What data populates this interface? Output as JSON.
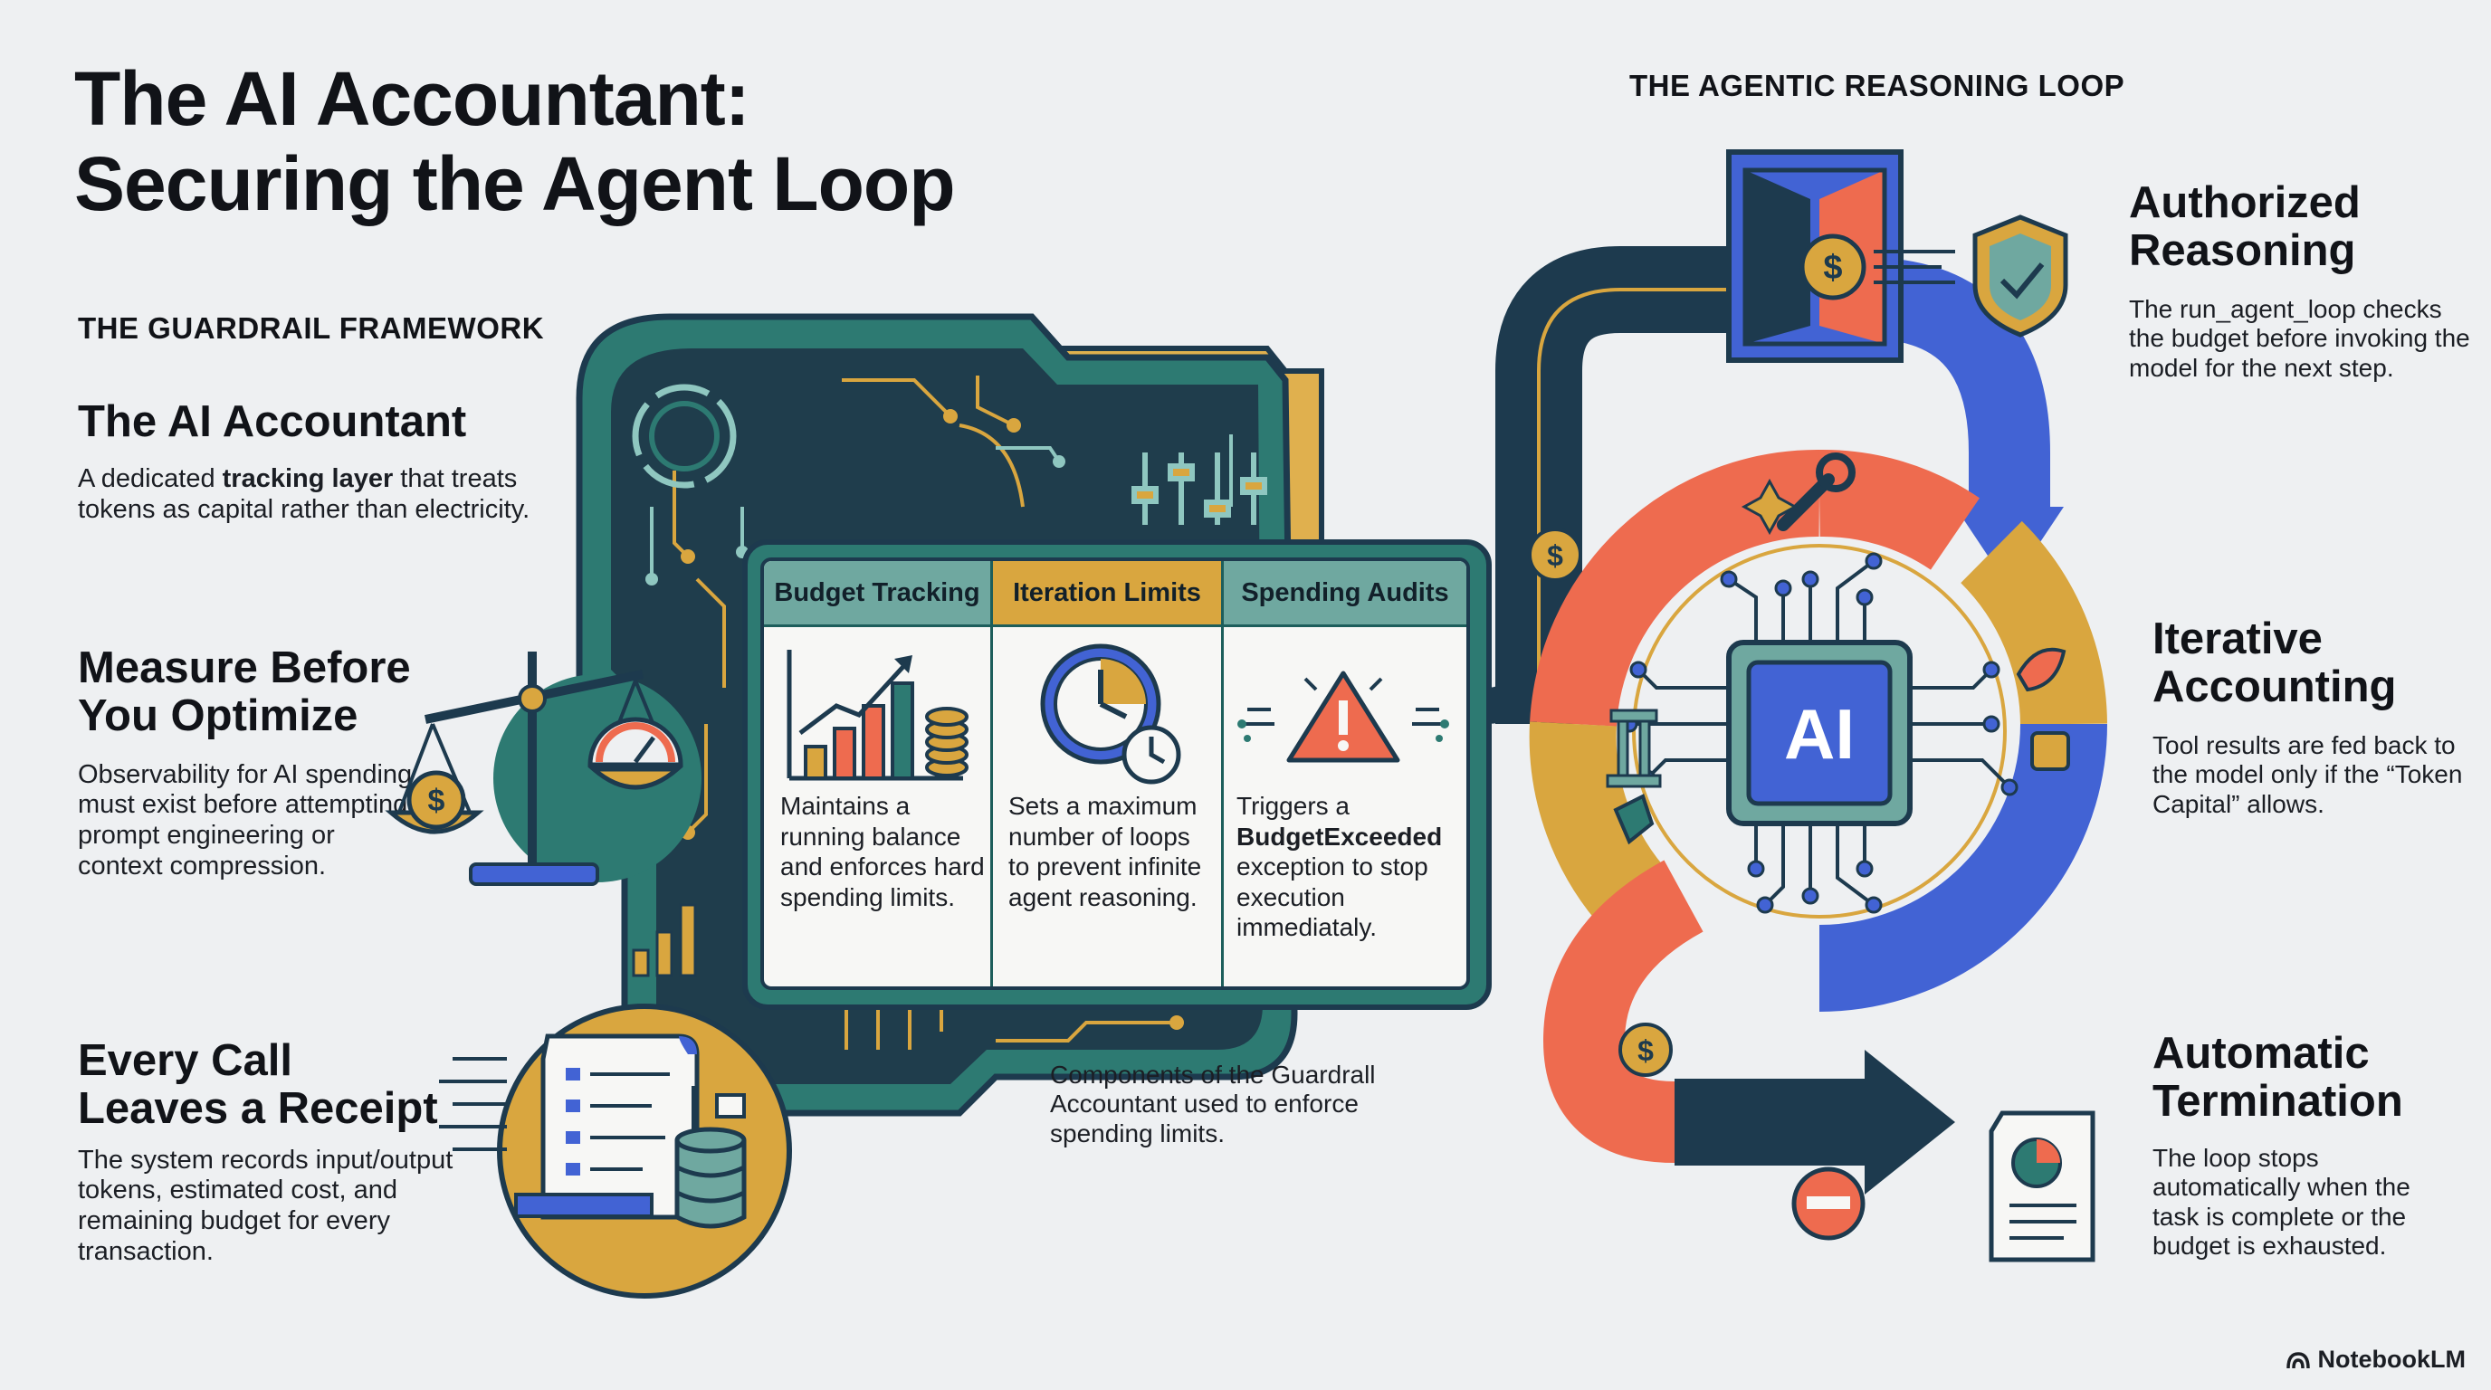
{
  "title": {
    "line1": "The AI Accountant:",
    "line2": "Securing the Agent Loop"
  },
  "left": {
    "kicker": "THE GUARDRAIL FRAMEWORK",
    "sections": [
      {
        "heading_l1": "The AI Accountant",
        "heading_l2": "",
        "text_before": "A dedicated ",
        "text_bold": "tracking layer",
        "text_after": " that treats tokens as capital rather than electricity."
      },
      {
        "heading_l1": "Measure Before",
        "heading_l2": "You Optimize",
        "text": "Observability for AI spending must exist before attempting prompt engineering or context compression."
      },
      {
        "heading_l1": "Every Call",
        "heading_l2": "Leaves a Receipt",
        "text": "The system records input/output tokens, estimated cost, and remaining budget for every transaction."
      }
    ]
  },
  "panel": {
    "columns": [
      {
        "header": "Budget Tracking",
        "icon": "growth-chart-coins-icon",
        "text": "Maintains a running balance and enforces hard spending limits."
      },
      {
        "header": "Iteration Limits",
        "icon": "clock-icon",
        "text": "Sets a maximum number of loops to prevent infinite agent reasoning."
      },
      {
        "header": "Spending Audits",
        "icon": "warning-triangle-icon",
        "text_before": "Triggers a ",
        "text_bold": "BudgetExceeded",
        "text_after": " exception to stop execution immediataly."
      }
    ],
    "caption": "Components of the Guardrall Accountant used to enforce spending limits."
  },
  "right": {
    "kicker": "THE AGENTIC REASONING LOOP",
    "chip_label": "AI",
    "sections": [
      {
        "heading_l1": "Authorized",
        "heading_l2": "Reasoning",
        "text": "The run_agent_loop checks the budget before invoking the model for the next step."
      },
      {
        "heading_l1": "Iterative",
        "heading_l2": "Accounting",
        "text": "Tool results are fed back to the model only if the “Token Capital” allows."
      },
      {
        "heading_l1": "Automatic",
        "heading_l2": "Termination",
        "text": "The loop stops automatically when the task is complete or the budget is exhausted."
      }
    ]
  },
  "brand": {
    "name": "NotebookLM",
    "icon": "notebooklm-logo-icon"
  },
  "colors": {
    "navy": "#1d3a4e",
    "teal": "#2d7a72",
    "gold": "#d9a63f",
    "coral": "#ee6b4f",
    "blue": "#4263d4",
    "panel_header": "#6fa8a0"
  }
}
